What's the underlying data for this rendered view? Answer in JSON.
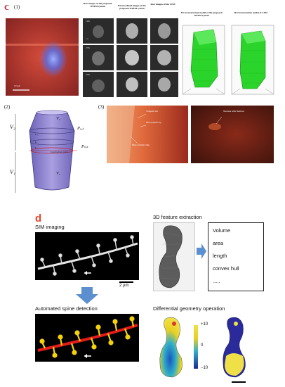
{
  "panel_c": {
    "letter": "c",
    "sub1": "(1)",
    "sub2": "(2)",
    "sub3": "(3)",
    "scale_bar": "10 µm",
    "col_headers": [
      "Raw images of the proposed WFFM system",
      "Deconvoluted images of the proposed WFFM system",
      "Raw images of the CFM",
      "3D reconstruction model of the proposed WFFM system",
      "3D reconstruction model of CFM"
    ],
    "slice_labels": [
      "12th",
      "27th",
      "35th"
    ],
    "slice_sub": "1st",
    "diagram_labels": {
      "V_top_left": "V₂",
      "V_bottom_left": "V₁",
      "V2": "V₂",
      "V1": "V₁",
      "P_out": "Pₒᵤₜ",
      "P_tot": "Pₜₒₜ",
      "intermediate": "Intermediate point",
      "Lrow": [
        "L₂,,",
        "L₁",
        "L₀"
      ]
    },
    "photo_labels": {
      "trapped_cell": "Trapped cell",
      "micropipette": "Micropipette tip",
      "microfluidic": "Micro-fluidic chip",
      "nucleus": "Nucleus with Dextran"
    }
  },
  "panel_d": {
    "letter": "d",
    "sim_title": "SIM imaging",
    "scale_2um": "2 µm",
    "feature_title": "3D feature extraction",
    "features": [
      "Volume",
      "area",
      "length",
      "convex hull",
      "....."
    ],
    "spine_title": "Automated spine detection",
    "diff_title": "Differential geometry operation",
    "colorbar_ticks": [
      "+10",
      "0",
      "−10"
    ]
  },
  "colors": {
    "arrow_blue": "#5b8fd0",
    "dendrite_red": "#e21b1b",
    "spine_yellow": "#f5d10c",
    "c_letter": "#c23a4a",
    "d_letter": "#e8412b"
  }
}
